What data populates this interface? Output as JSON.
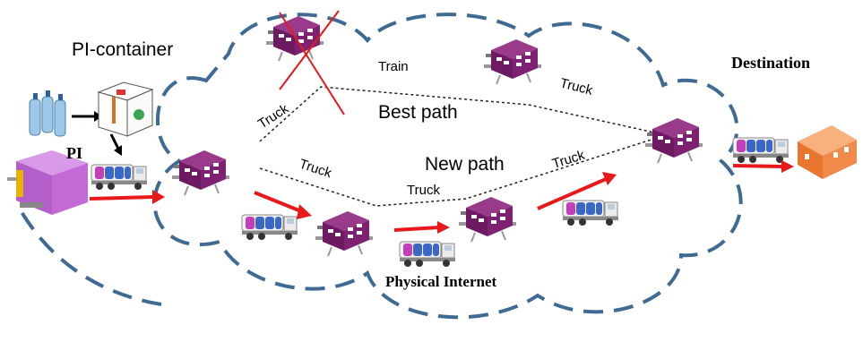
{
  "labels": {
    "pi_container": "PI-container",
    "pi": "PI",
    "destination": "Destination",
    "physical_internet": "Physical Internet",
    "best_path": "Best path",
    "new_path": "New path",
    "train": "Train",
    "truck_upper_left": "Truck",
    "truck_upper_right": "Truck",
    "truck_mid_left": "Truck",
    "truck_mid_center": "Truck",
    "truck_mid_right": "Truck"
  },
  "colors": {
    "cloud": "#3f6a93",
    "hub": "#7a1f6e",
    "hub_window": "#ffffff",
    "arrow": "#e8191b",
    "cross": "#e8191b",
    "destination_building": "#f08a4b",
    "pi_facility": "#c36ad6"
  }
}
